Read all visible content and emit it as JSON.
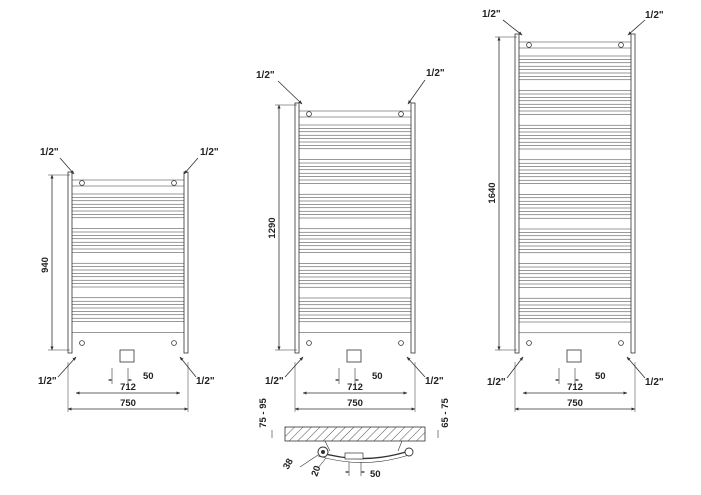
{
  "colors": {
    "line": "#333333",
    "hatch": "#555555",
    "background": "#ffffff"
  },
  "units": {
    "small": {
      "height": "940",
      "connection_top_left": "1/2\"",
      "connection_top_right": "1/2\"",
      "connection_bottom_left": "1/2\"",
      "connection_bottom_right": "1/2\"",
      "axis_spacing": "712",
      "center_offset": "50",
      "width": "750"
    },
    "medium": {
      "height": "1290",
      "connection_top_left": "1/2\"",
      "connection_top_right": "1/2\"",
      "connection_bottom_left": "1/2\"",
      "connection_bottom_right": "1/2\"",
      "axis_spacing": "712",
      "center_offset": "50",
      "width": "750"
    },
    "large": {
      "height": "1640",
      "connection_top_left": "1/2\"",
      "connection_top_right": "1/2\"",
      "connection_bottom_left": "1/2\"",
      "connection_bottom_right": "1/2\"",
      "axis_spacing": "712",
      "center_offset": "50",
      "width": "750"
    }
  },
  "side_view": {
    "wall_gap_left": "75 - 95",
    "wall_gap_right": "65 - 75",
    "tube_diameter": "38",
    "rail_diameter": "20",
    "center_offset": "50"
  }
}
